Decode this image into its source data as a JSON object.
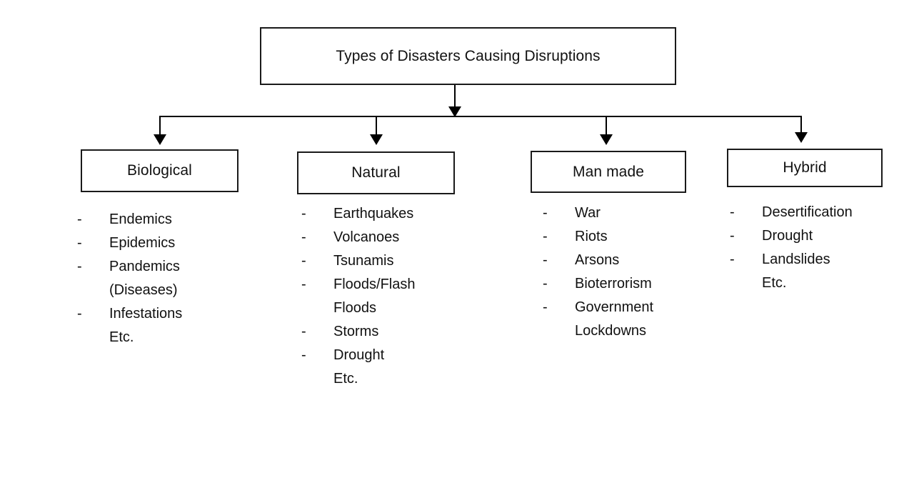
{
  "diagram": {
    "root": {
      "label": "Types of Disasters Causing Disruptions",
      "name": "root-node"
    },
    "bullet_symbol": "-",
    "categories": [
      {
        "label": "Biological",
        "items": [
          {
            "bullet": "-",
            "text": "Endemics"
          },
          {
            "bullet": "-",
            "text": "Epidemics"
          },
          {
            "bullet": "-",
            "text": "Pandemics"
          },
          {
            "bullet": "",
            "text": "(Diseases)"
          },
          {
            "bullet": "-",
            "text": "Infestations"
          },
          {
            "bullet": "",
            "text": "Etc."
          }
        ]
      },
      {
        "label": "Natural",
        "items": [
          {
            "bullet": "-",
            "text": "Earthquakes"
          },
          {
            "bullet": "-",
            "text": "Volcanoes"
          },
          {
            "bullet": "-",
            "text": "Tsunamis"
          },
          {
            "bullet": "-",
            "text": "Floods/Flash"
          },
          {
            "bullet": "",
            "text": "Floods"
          },
          {
            "bullet": "-",
            "text": "Storms"
          },
          {
            "bullet": "-",
            "text": "Drought"
          },
          {
            "bullet": "",
            "text": "Etc."
          }
        ]
      },
      {
        "label": "Man made",
        "items": [
          {
            "bullet": "-",
            "text": "War"
          },
          {
            "bullet": "-",
            "text": "Riots"
          },
          {
            "bullet": "-",
            "text": "Arsons"
          },
          {
            "bullet": "-",
            "text": "Bioterrorism"
          },
          {
            "bullet": "-",
            "text": "Government"
          },
          {
            "bullet": "",
            "text": "Lockdowns"
          }
        ]
      },
      {
        "label": "Hybrid",
        "items": [
          {
            "bullet": "-",
            "text": "Desertification"
          },
          {
            "bullet": "-",
            "text": "Drought"
          },
          {
            "bullet": "-",
            "text": "Landslides"
          },
          {
            "bullet": "",
            "text": "Etc."
          }
        ]
      }
    ],
    "colors": {
      "stroke": "#1a1a1a",
      "text": "#111111",
      "background": "#ffffff"
    }
  }
}
